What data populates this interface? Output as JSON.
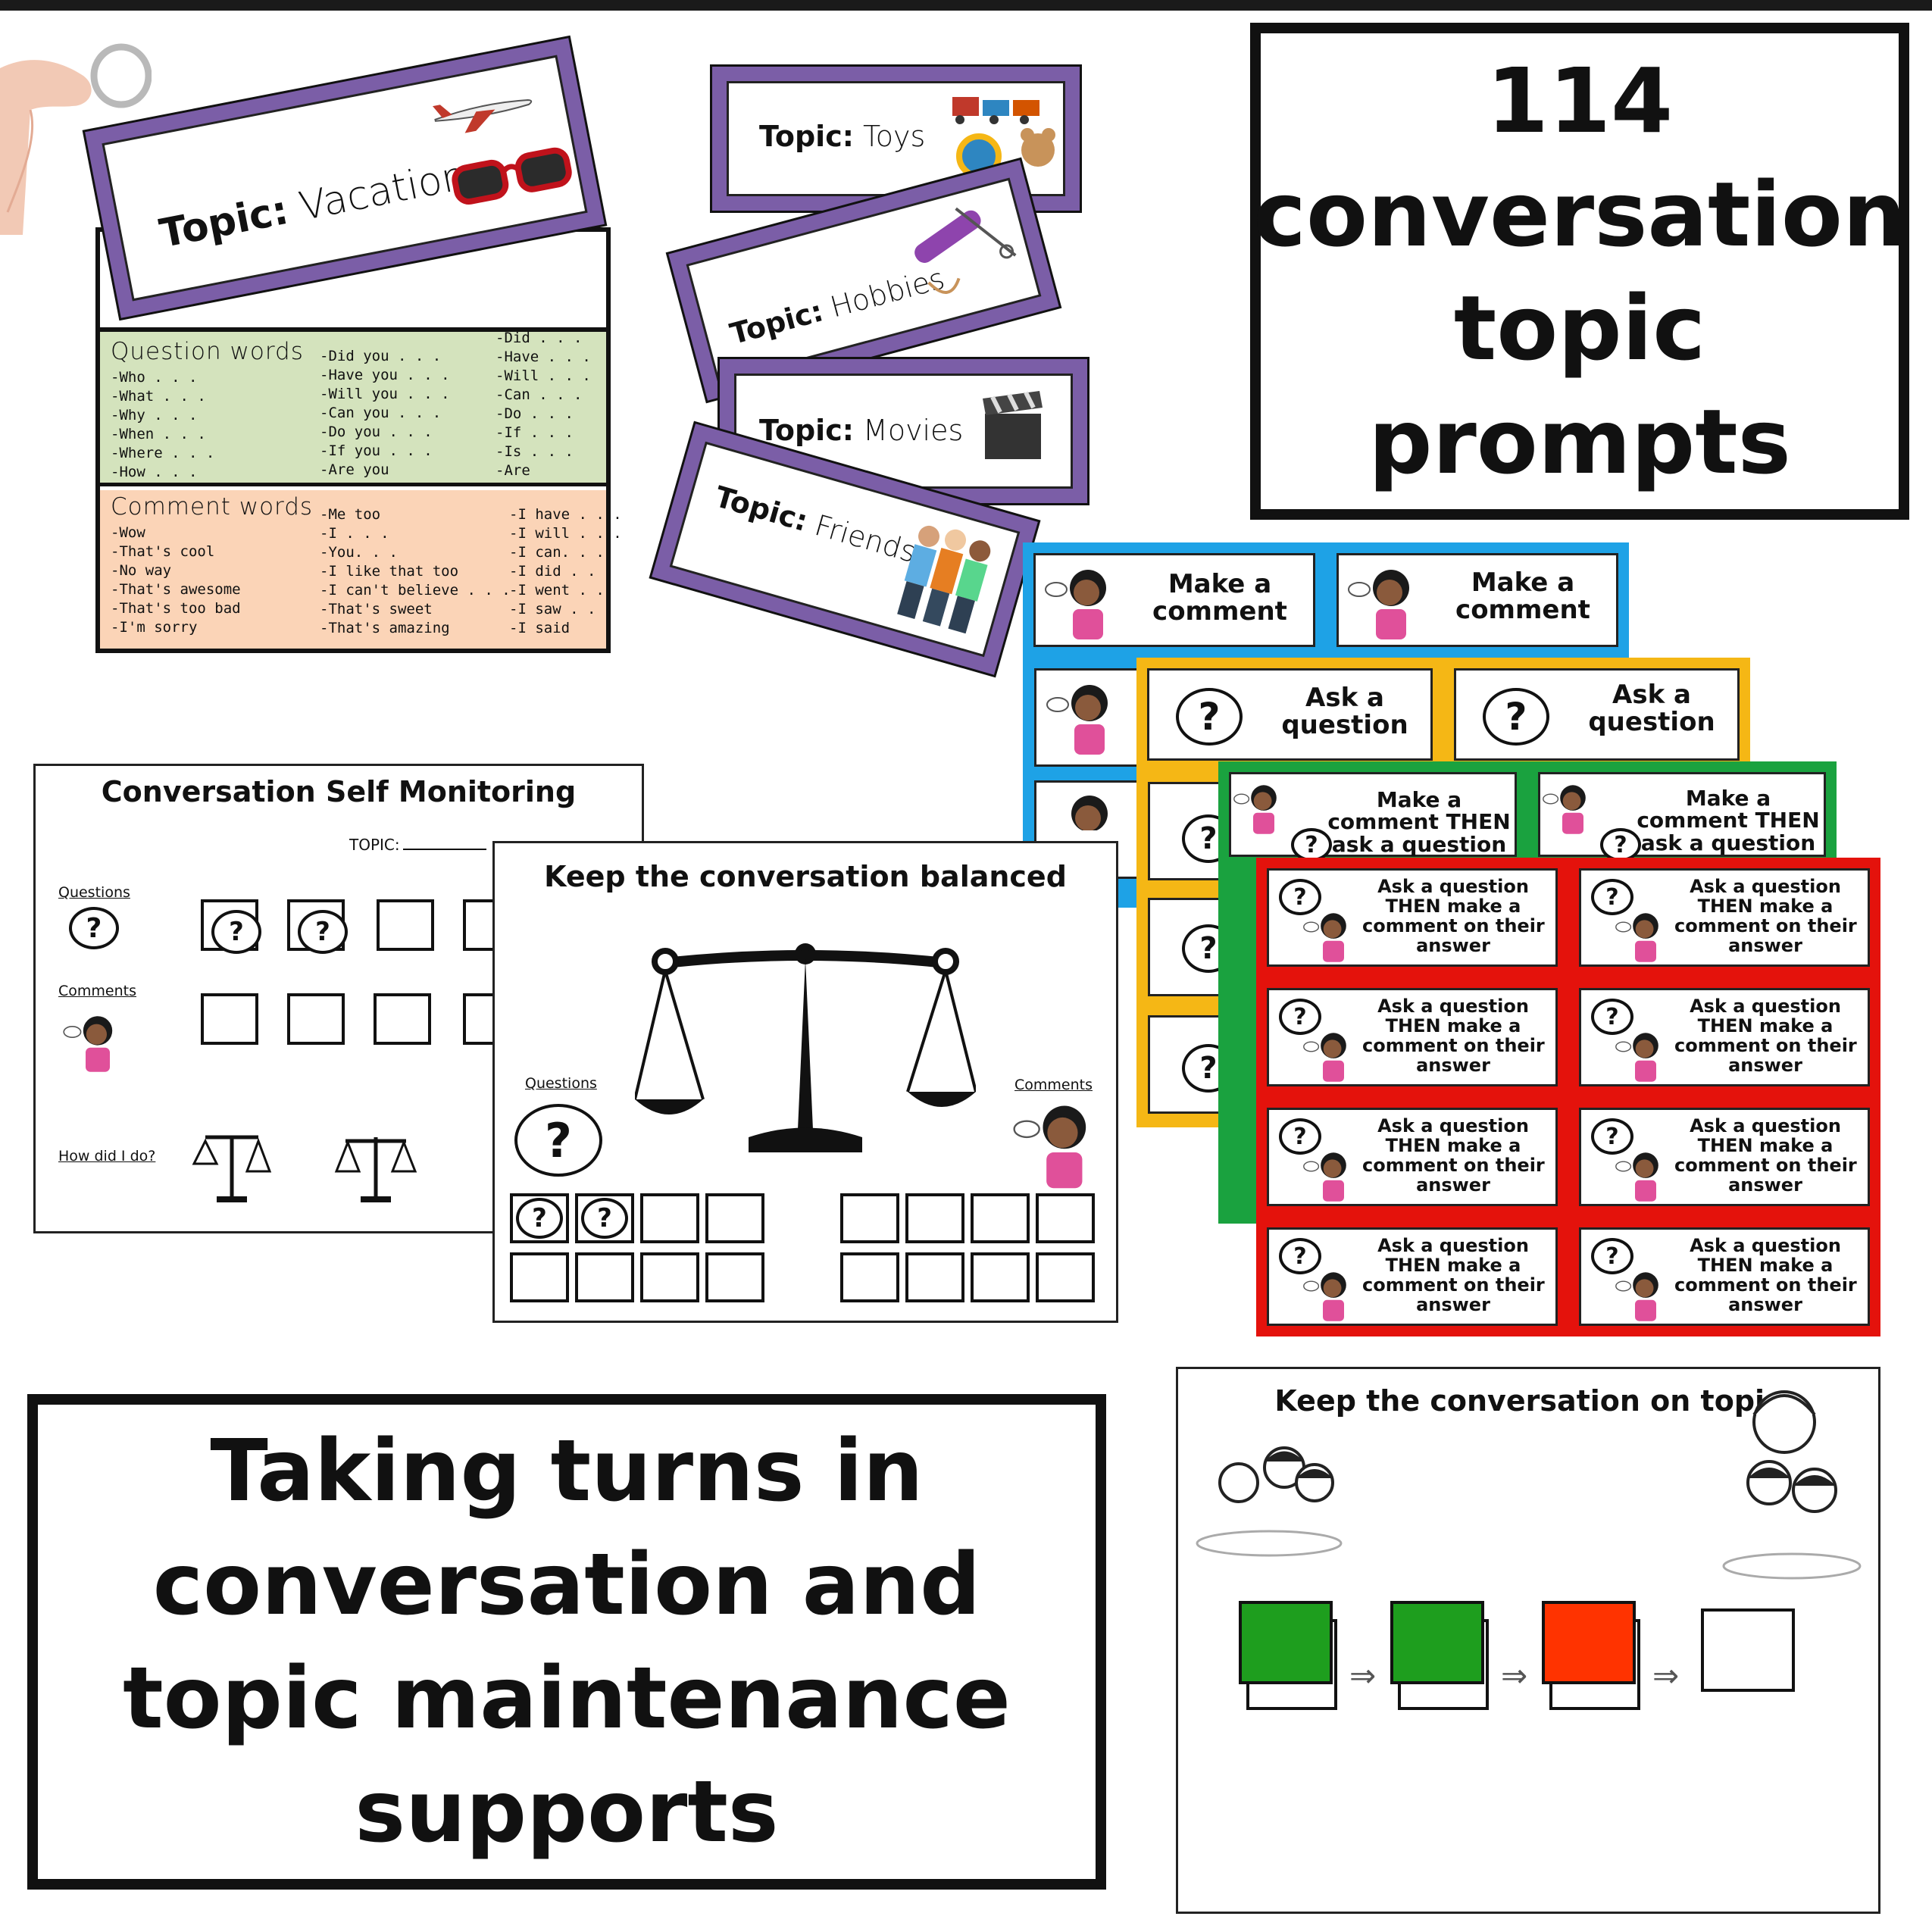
{
  "headline": {
    "line1": "114",
    "line2": "conversation",
    "line3": "topic",
    "line4": "prompts"
  },
  "footer_panel": {
    "line1": "Taking turns in",
    "line2": "conversation and",
    "line3": "topic maintenance",
    "line4": "supports"
  },
  "topic_cards": {
    "prefix": "Topic:",
    "vacation": "Vacation",
    "toys": "Toys",
    "hobbies": "Hobbies",
    "movies": "Movies",
    "friends": "Friends"
  },
  "question_words": {
    "heading": "Question  words",
    "col1": "-Who . . .\n-What . . .\n-Why . . .\n-When . . .\n-Where . . .\n-How . . .",
    "col2": "-Did you . . .\n-Have you . . .\n-Will you . . .\n-Can you . . .\n-Do you . . .\n-If you . . .\n-Are you",
    "col3": "-Did . . .\n-Have . . .\n-Will . . .\n-Can . . .\n-Do . . .\n-If . . .\n-Is . . .\n-Are"
  },
  "comment_words": {
    "heading": "Comment words",
    "col1": "-Wow\n-That's cool\n-No way\n-That's awesome\n-That's too bad\n-I'm sorry",
    "col2": "-Me too\n-I . . .\n-You. . .\n-I like that too\n-I can't believe . . .\n-That's sweet\n-That's amazing",
    "col3": "-I have . . .\n-I will . . .\n-I can. . .\n-I did . . .\n-I went . .\n-I saw . . .\n-I said"
  },
  "self_monitoring": {
    "title": "Conversation Self Monitoring",
    "topic_label": "TOPIC:",
    "questions": "Questions",
    "comments": "Comments",
    "how": "How did I do?"
  },
  "balanced": {
    "title": "Keep the conversation balanced",
    "questions": "Questions",
    "comments": "Comments"
  },
  "on_topic": {
    "title": "Keep the conversation on topic",
    "box_colors": [
      "#1e9e1e",
      "#1e9e1e",
      "#ff3300",
      "#ffffff"
    ]
  },
  "task_cards": {
    "make_comment": "Make a\ncomment",
    "ask_question": "Ask a\nquestion",
    "comment_then_question": "Make a\ncomment THEN\nask a question",
    "question_then_comment": "Ask a question\nTHEN make a\ncomment on their\nanswer"
  },
  "colors": {
    "purple": "#7b5ea7",
    "blue": "#1ea2e6",
    "yellow": "#f5b715",
    "green": "#1aa23f",
    "red": "#e4120c"
  }
}
